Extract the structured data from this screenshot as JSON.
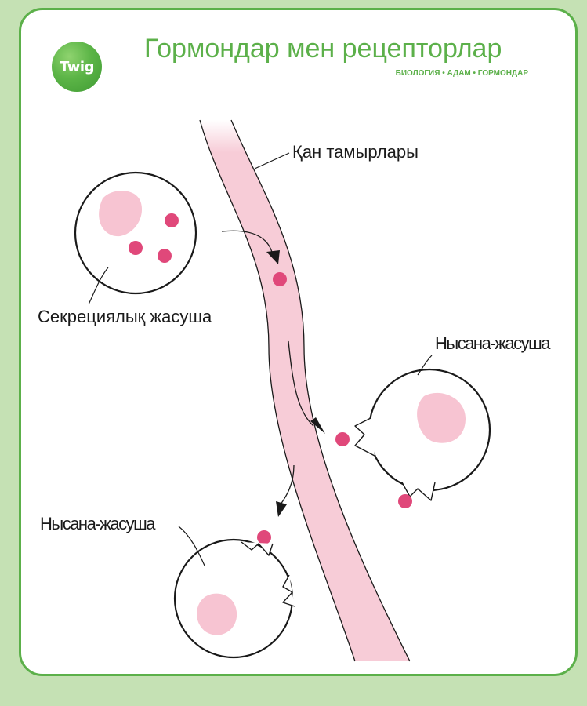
{
  "logo": {
    "text": "Twig"
  },
  "header": {
    "title": "Гормондар мен рецепторлар",
    "subtitle": "БИОЛОГИЯ • АДАМ • ГОРМОНДАР"
  },
  "labels": {
    "blood_vessel": "Қан тамырлары",
    "secretory_cell": "Секрециялық жасуша",
    "target_cell_right": "Нысана-жасуша",
    "target_cell_left": "Нысана-жасуша"
  },
  "colors": {
    "background": "#c5e1b4",
    "border": "#5cb04a",
    "vessel": "#f7ccd7",
    "nucleus": "#f7c4d2",
    "hormone": "#e0487a"
  }
}
